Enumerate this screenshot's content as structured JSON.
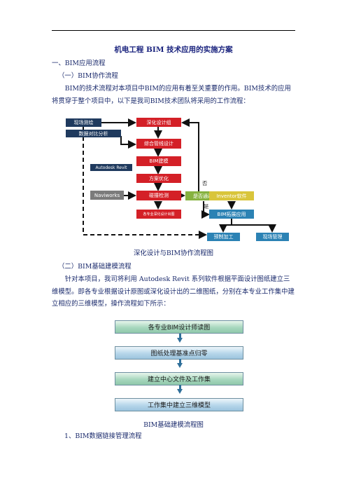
{
  "doc": {
    "title": "机电工程 BIM 技术应用的实施方案",
    "h1": "一、BIM应用流程",
    "h1_1": "（一）BIM协作流程",
    "p1": "BIM的技术流程对本项目中BIM的应用有着至关重要的作用。BIM技术的应用将贯穿于整个项目中，以下是我司BIM技术团队将采用的工作流程：",
    "cap1": "深化设计与BIM协作流程图",
    "h1_2": "（二）BIM基础建模流程",
    "p2": "针对本项目，我司将利用 Autodesk Revit 系列软件根据平面设计图纸建立三维模型。即各专业根据设计原图或深化设计出的二维图纸，分别在本专业工作集中建立相应的三维模型，操作流程如下所示：",
    "cap2": "BIM基础建模流程图",
    "h2": "1、BIM数据链接管理流程"
  },
  "flow1": {
    "site_survey": "现场测绘",
    "data_compare": "数据对比分析",
    "deepen_group": "深化设计组",
    "pipeline_design": "综合管线设计",
    "bim_model": "BIM建模",
    "revit": "Autodesk Revit",
    "scheme_opt": "方案优化",
    "navisworks": "Naviworks",
    "clash_check": "碰撞检测",
    "deepen_drawings": "各专业深化设计出图",
    "pass_check": "是否通过",
    "no": "否",
    "yes": "是",
    "inventor": "Inventor软件",
    "bim_ext": "BIM拓展应用",
    "prefab": "预制加工",
    "site_mgmt": "现场管理"
  },
  "flow2": {
    "steps": [
      "各专业BIM设计师读图",
      "图纸处理基准点归零",
      "建立中心文件及工作集",
      "工作集中建立三维模型"
    ]
  },
  "colors": {
    "red": "#d42027",
    "navy": "#1f3a5e",
    "gray": "#7b7b7b",
    "green": "#86b23f",
    "yellow": "#d9c53b",
    "teal": "#2b82b4"
  }
}
